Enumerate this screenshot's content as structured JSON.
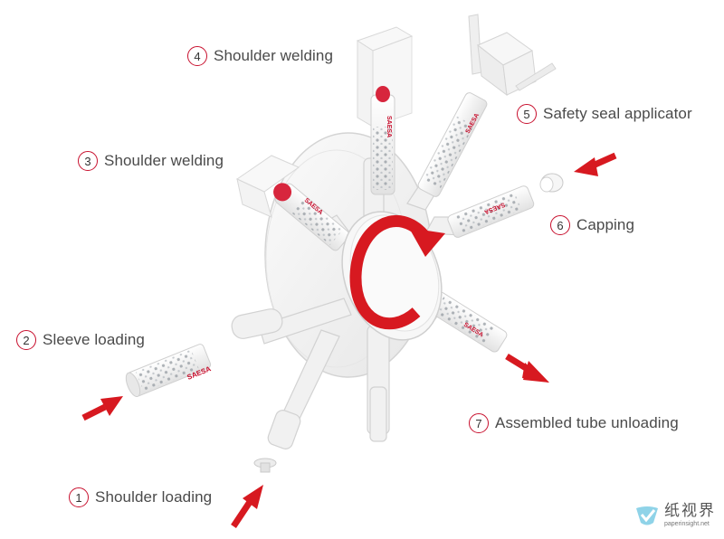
{
  "steps": [
    {
      "num": "1",
      "label": "Shoulder loading"
    },
    {
      "num": "2",
      "label": "Sleeve loading"
    },
    {
      "num": "3",
      "label": "Shoulder welding"
    },
    {
      "num": "4",
      "label": "Shoulder welding"
    },
    {
      "num": "5",
      "label": "Safety seal applicator"
    },
    {
      "num": "6",
      "label": "Capping"
    },
    {
      "num": "7",
      "label": "Assembled tube unloading"
    }
  ],
  "tube_brand": "SAESA",
  "watermark": {
    "cn": "纸视界",
    "url": "paperinsight.net"
  },
  "colors": {
    "accent": "#d71920",
    "label": "#4a4a4a",
    "machine": "#f2f2f2",
    "outline": "#d4d4d4"
  }
}
